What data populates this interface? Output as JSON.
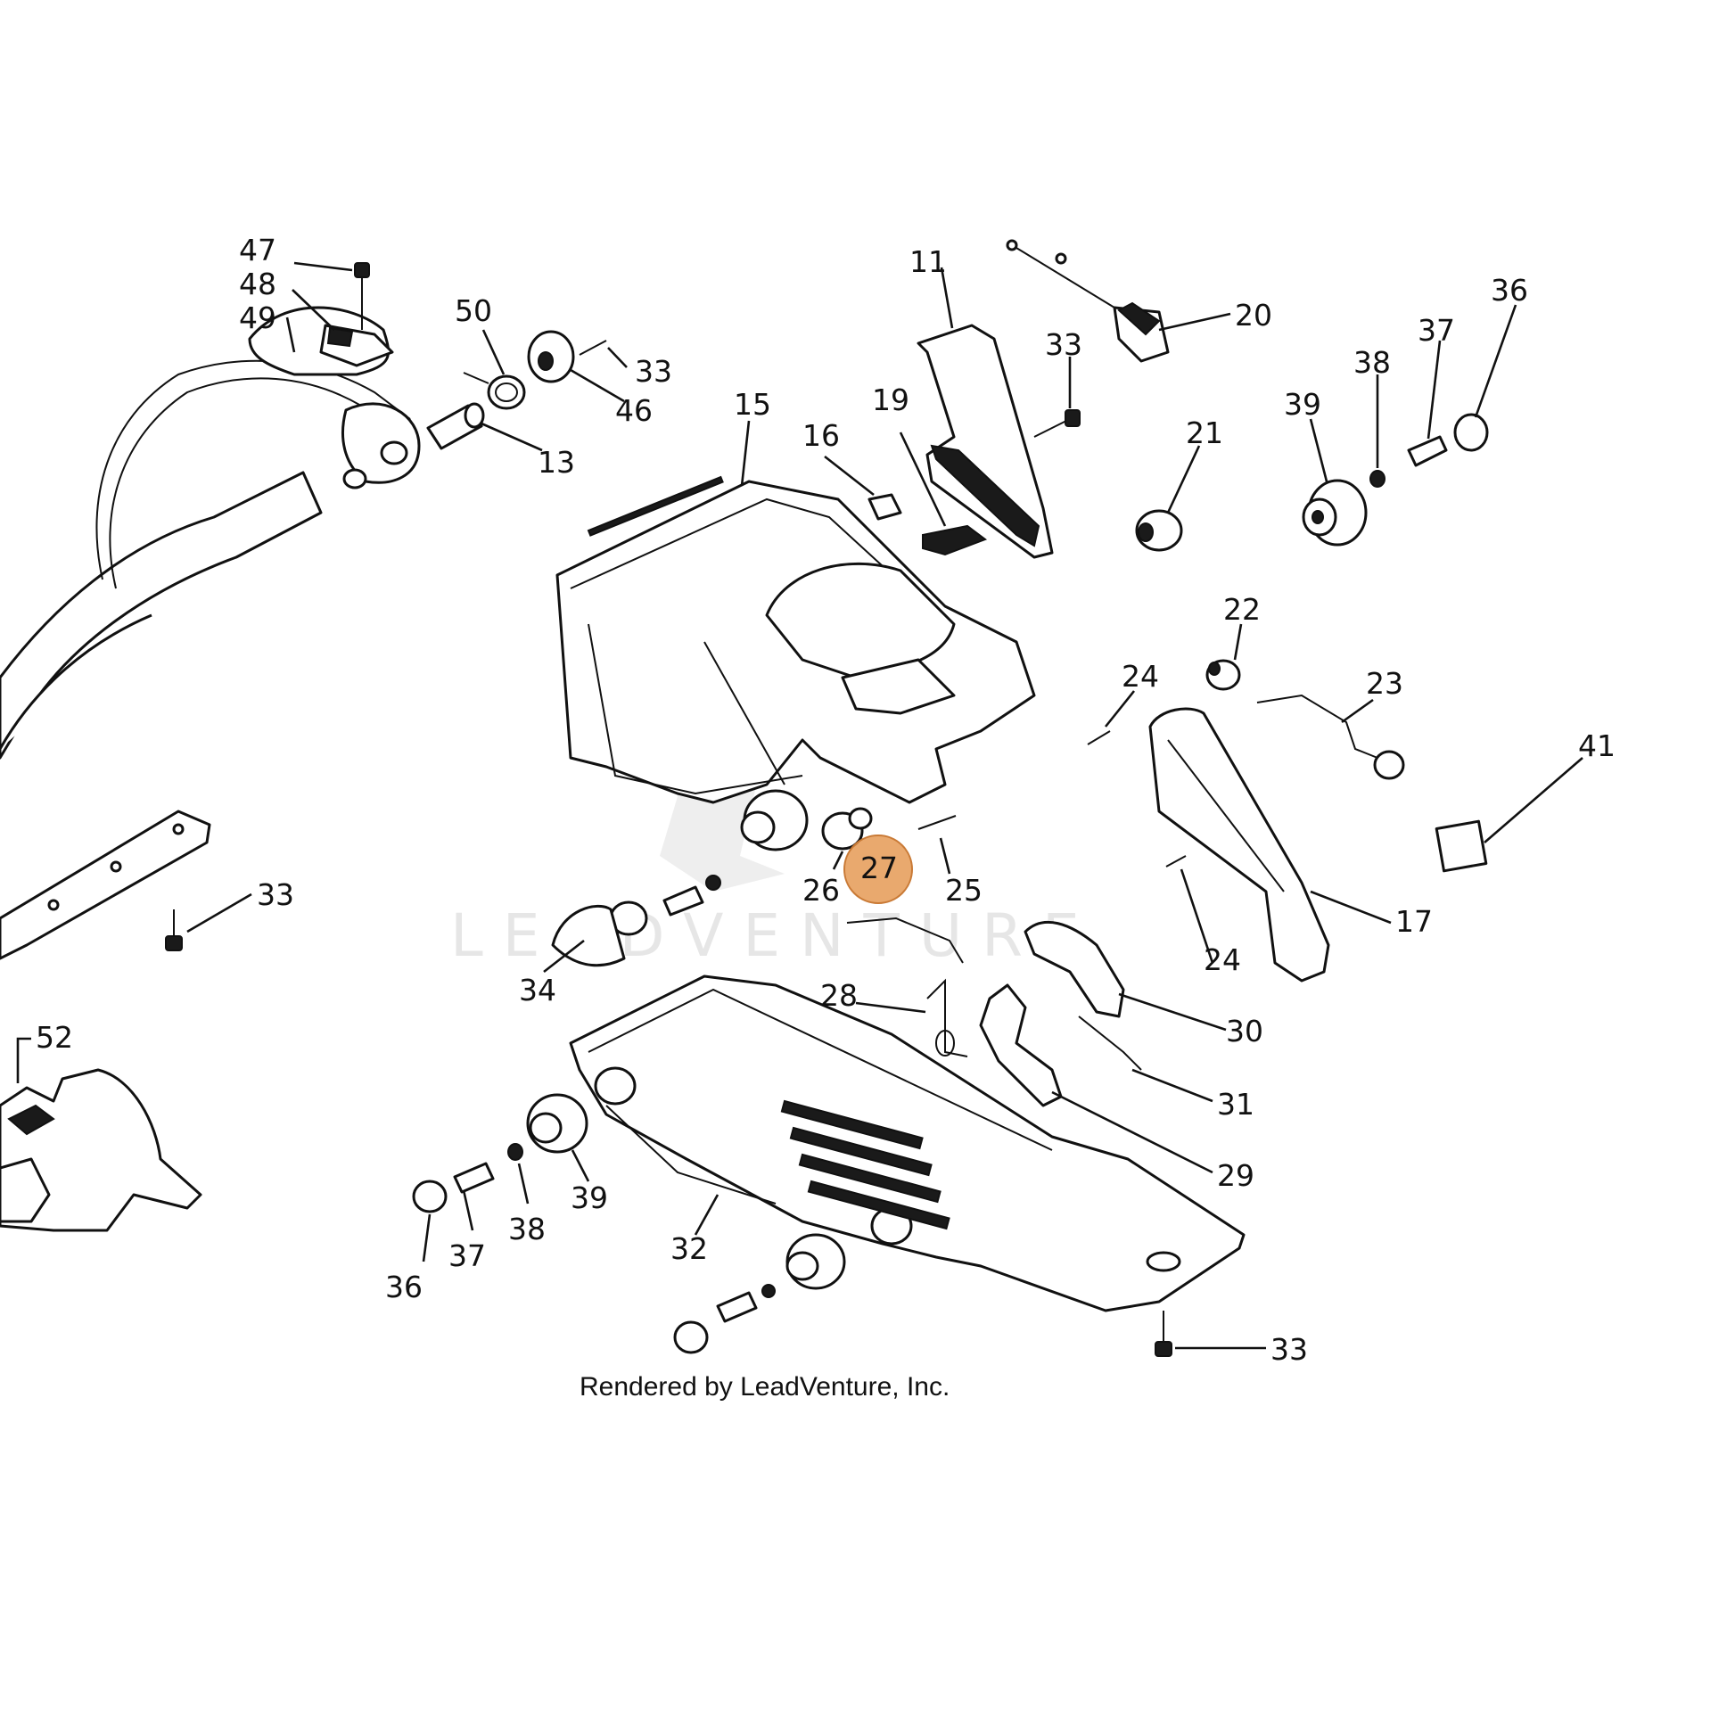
{
  "callouts": [
    {
      "id": "c47a",
      "label": "47"
    },
    {
      "id": "c48",
      "label": "48"
    },
    {
      "id": "c49",
      "label": "49"
    },
    {
      "id": "c50",
      "label": "50"
    },
    {
      "id": "c33a",
      "label": "33"
    },
    {
      "id": "c46",
      "label": "46"
    },
    {
      "id": "c13",
      "label": "13"
    },
    {
      "id": "c11",
      "label": "11"
    },
    {
      "id": "c20",
      "label": "20"
    },
    {
      "id": "c33b",
      "label": "33"
    },
    {
      "id": "c36a",
      "label": "36"
    },
    {
      "id": "c37a",
      "label": "37"
    },
    {
      "id": "c38a",
      "label": "38"
    },
    {
      "id": "c39a",
      "label": "39"
    },
    {
      "id": "c15",
      "label": "15"
    },
    {
      "id": "c19",
      "label": "19"
    },
    {
      "id": "c16",
      "label": "16"
    },
    {
      "id": "c21",
      "label": "21"
    },
    {
      "id": "c22",
      "label": "22"
    },
    {
      "id": "c24a",
      "label": "24"
    },
    {
      "id": "c23",
      "label": "23"
    },
    {
      "id": "c41",
      "label": "41"
    },
    {
      "id": "c33c",
      "label": "33"
    },
    {
      "id": "c26",
      "label": "26"
    },
    {
      "id": "c27",
      "label": "27"
    },
    {
      "id": "c25",
      "label": "25"
    },
    {
      "id": "c24b",
      "label": "24"
    },
    {
      "id": "c17",
      "label": "17"
    },
    {
      "id": "c34",
      "label": "34"
    },
    {
      "id": "c28",
      "label": "28"
    },
    {
      "id": "c30",
      "label": "30"
    },
    {
      "id": "c31",
      "label": "31"
    },
    {
      "id": "c29",
      "label": "29"
    },
    {
      "id": "c52",
      "label": "52"
    },
    {
      "id": "c39b",
      "label": "39"
    },
    {
      "id": "c38b",
      "label": "38"
    },
    {
      "id": "c37b",
      "label": "37"
    },
    {
      "id": "c36b",
      "label": "36"
    },
    {
      "id": "c32",
      "label": "32"
    },
    {
      "id": "c33d",
      "label": "33"
    }
  ],
  "highlight": {
    "label": "27",
    "color": "#e59a55"
  },
  "watermark": "LEADVENTURE",
  "credit": "Rendered by LeadVenture, Inc."
}
